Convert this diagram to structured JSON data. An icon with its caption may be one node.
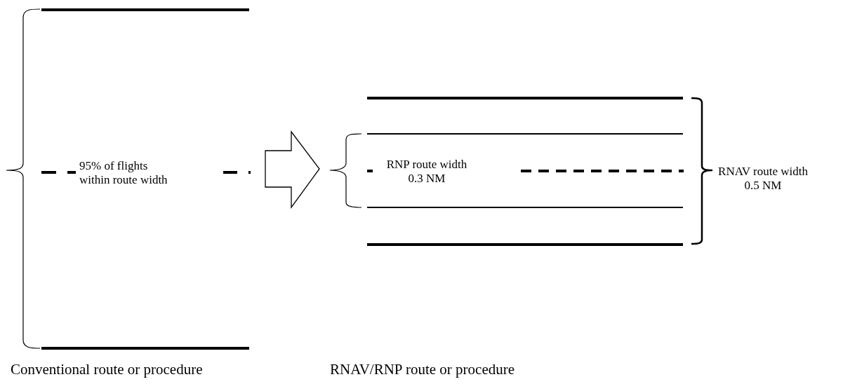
{
  "diagram": {
    "nodes": [
      {
        "text": [
          "95% of flights within route width"
        ]
      },
      {
        "text": [
          "RNP route width 0.3 NM",
          "RNAV route width 0.5 NM"
        ]
      }
    ],
    "labels": [
      "Conventional route or procedure",
      "RNAV/RNP route or procedure"
    ],
    "edges": [
      {
        "from": 0,
        "to": 1,
        "arrow": "to"
      }
    ]
  }
}
